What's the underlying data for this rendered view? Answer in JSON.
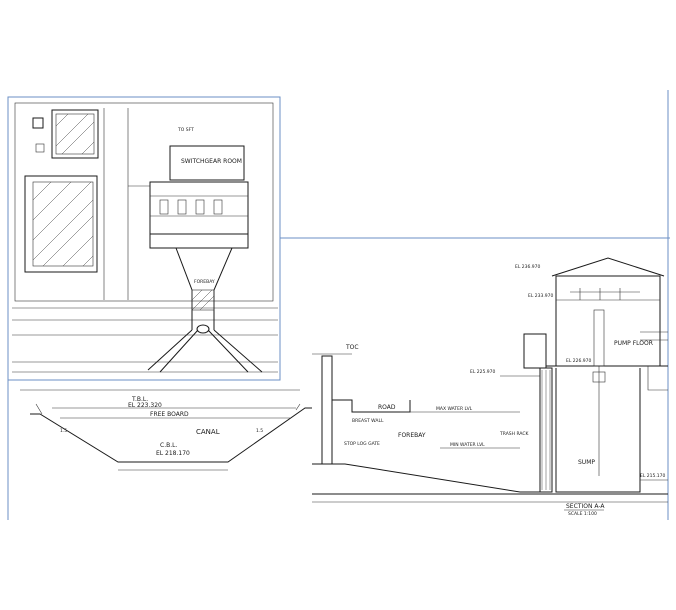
{
  "plan": {
    "switchgear_room": "SWITCHGEAR ROOM",
    "forebay": "FOREBAY",
    "to_sft": "TO SFT"
  },
  "canal_section": {
    "tbl_label": "T.B.L.",
    "tbl_el": "EL 223.320",
    "free_board": "FREE BOARD",
    "canal": "CANAL",
    "cbl_label": "C.B.L.",
    "cbl_el": "EL 218.170",
    "slope_left": "1.5",
    "slope_right": "1.5"
  },
  "section_aa": {
    "el_top": "EL 236.970",
    "el_roof": "EL 233.970",
    "pump_floor": "PUMP FLOOR",
    "el_pump_floor": "EL 226.970",
    "toc": "TOC",
    "el_toc": "EL 225.970",
    "road": "ROAD",
    "max_water": "MAX WATER LVL",
    "breast_wall": "BREAST WALL",
    "forebay": "FOREBAY",
    "min_water": "MIN WATER LVL",
    "stop_log": "STOP LOG GATE",
    "trash_rack": "TRASH RACK",
    "sump": "SUMP",
    "el_sump": "EL 215.170",
    "title": "SECTION A-A",
    "scale": "SCALE 1:100"
  }
}
